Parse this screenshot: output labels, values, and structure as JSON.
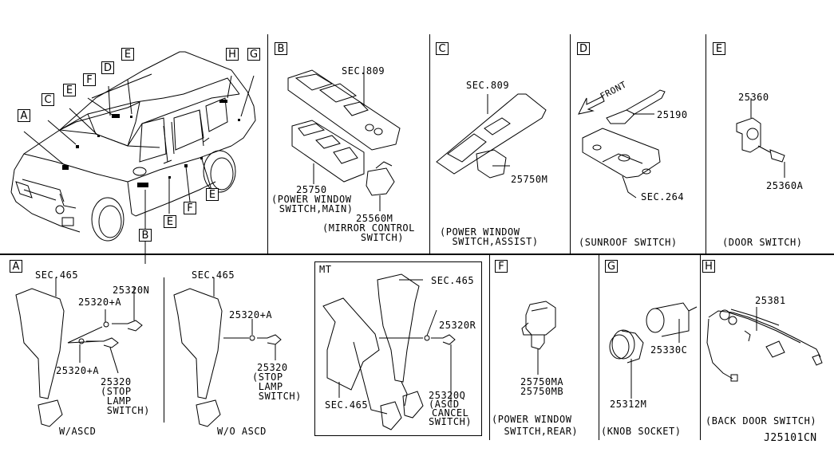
{
  "diagram_id": "J25101CN",
  "overview": {
    "callouts": [
      "A",
      "C",
      "E",
      "F",
      "D",
      "E",
      "H",
      "G",
      "B",
      "E",
      "F",
      "E"
    ]
  },
  "panels": {
    "B": {
      "letter": "B",
      "labels": [
        "SEC.809",
        "25750",
        "(POWER WINDOW",
        " SWITCH,MAIN)",
        "25560M",
        "(MIRROR CONTROL",
        "    SWITCH)"
      ]
    },
    "C": {
      "letter": "C",
      "labels": [
        "SEC.809",
        "25750M"
      ],
      "caption": [
        "(POWER WINDOW",
        "  SWITCH,ASSIST)"
      ]
    },
    "D": {
      "letter": "D",
      "front_label": "FRONT",
      "labels": [
        "25190",
        "SEC.264"
      ],
      "caption": "(SUNROOF SWITCH)"
    },
    "E": {
      "letter": "E",
      "labels": [
        "25360",
        "25360A"
      ],
      "caption": "(DOOR SWITCH)"
    },
    "A": {
      "letter": "A",
      "with_ascd": {
        "labels": [
          "SEC.465",
          "25320N",
          "25320+A",
          "25320+A",
          "25320",
          "(STOP",
          " LAMP",
          " SWITCH)"
        ],
        "caption": "W/ASCD"
      },
      "without_ascd": {
        "labels": [
          "SEC.465",
          "25320+A",
          "25320",
          "(STOP",
          " LAMP",
          " SWITCH)"
        ],
        "caption": "W/O ASCD"
      },
      "mt": {
        "title": "MT",
        "labels": [
          "SEC.465",
          "25320R",
          "SEC.465",
          "25320Q",
          "(ASCD",
          "CANCEL",
          "SWITCH)"
        ]
      }
    },
    "F": {
      "letter": "F",
      "labels": [
        "25750MA",
        "25750MB"
      ],
      "caption": [
        "(POWER WINDOW",
        "  SWITCH,REAR)"
      ]
    },
    "G": {
      "letter": "G",
      "labels": [
        "25330C",
        "25312M"
      ],
      "caption": "(KNOB SOCKET)"
    },
    "H": {
      "letter": "H",
      "labels": [
        "25381"
      ],
      "caption": "(BACK DOOR SWITCH)"
    }
  }
}
